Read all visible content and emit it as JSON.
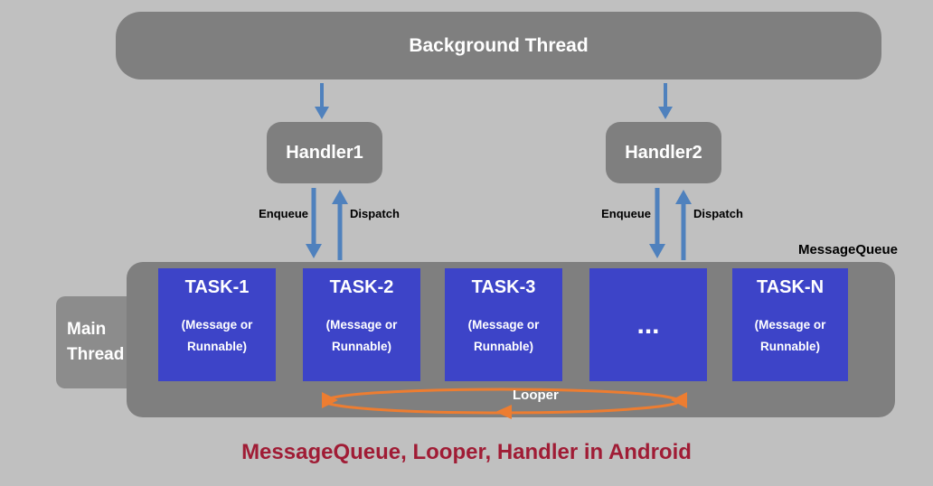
{
  "colors": {
    "background": "#c0c0c0",
    "box_gray": "#7f7f7f",
    "task_blue": "#3d44c8",
    "arrow_blue": "#4f81bd",
    "looper_orange": "#ed7d31",
    "caption_red": "#a01c35"
  },
  "background_thread": {
    "label": "Background Thread"
  },
  "handler1": {
    "label": "Handler1"
  },
  "handler2": {
    "label": "Handler2"
  },
  "flow_labels": {
    "enqueue": "Enqueue",
    "dispatch": "Dispatch"
  },
  "message_queue": {
    "label": "MessageQueue",
    "main_thread": "Main Thread",
    "looper": "Looper",
    "tasks": [
      {
        "title": "TASK-1",
        "subtitle": "(Message or Runnable)"
      },
      {
        "title": "TASK-2",
        "subtitle": "(Message or Runnable)"
      },
      {
        "title": "TASK-3",
        "subtitle": "(Message or Runnable)"
      },
      {
        "title": "...",
        "subtitle": ""
      },
      {
        "title": "TASK-N",
        "subtitle": "(Message or Runnable)"
      }
    ]
  },
  "caption": "MessageQueue, Looper, Handler in Android"
}
